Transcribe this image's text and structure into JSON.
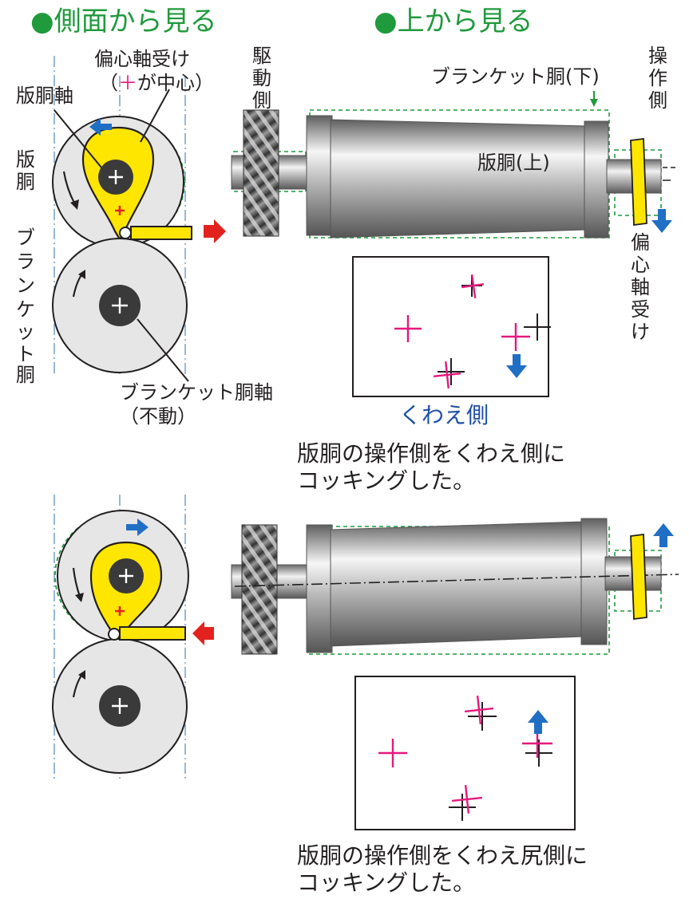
{
  "headings": {
    "side_view": "●側面から見る",
    "top_view": "●上から見る"
  },
  "labels": {
    "eccentric_bearing": "偏心軸受け",
    "center_note_open": "（",
    "center_note_plus": "＋",
    "center_note_rest": "が中心）",
    "plate_shaft": "版胴軸",
    "plate_cylinder_vertical": [
      "版",
      "胴"
    ],
    "blanket_cylinder_vertical": [
      "ブ",
      "ラ",
      "ン",
      "ケ",
      "ッ",
      "ト",
      "胴"
    ],
    "blanket_shaft": "ブランケット胴軸",
    "blanket_shaft_note": "（不動）",
    "drive_side_vertical": [
      "駆",
      "動",
      "側"
    ],
    "operation_side_vertical": [
      "操",
      "作",
      "側"
    ],
    "blanket_lower": "ブランケット胴(下)",
    "plate_upper": "版胴(上)",
    "eccentric_bearing_vertical": [
      "偏",
      "心",
      "軸",
      "受",
      "け"
    ],
    "gripper_side": "くわえ側"
  },
  "captions": {
    "top_line1": "版胴の操作側をくわえ側に",
    "top_line2": "コッキングした。",
    "bottom_line1": "版胴の操作側をくわえ尻側に",
    "bottom_line2": "コッキングした。"
  },
  "colors": {
    "heading_green": "#1f9a3c",
    "cross_magenta": "#e6197e",
    "arrow_blue": "#1f6fc5",
    "arrow_red": "#e3221f",
    "bearing_yellow": "#ffe600",
    "guide_dashdot": "#7fa7c9",
    "green_dashed": "#1f9a3c",
    "gripper_blue": "#1f4fa8"
  },
  "icons": [
    "arrow-right-icon",
    "arrow-left-icon",
    "arrow-up-icon",
    "arrow-down-icon",
    "rotation-arrow-icon",
    "register-cross-icon"
  ]
}
